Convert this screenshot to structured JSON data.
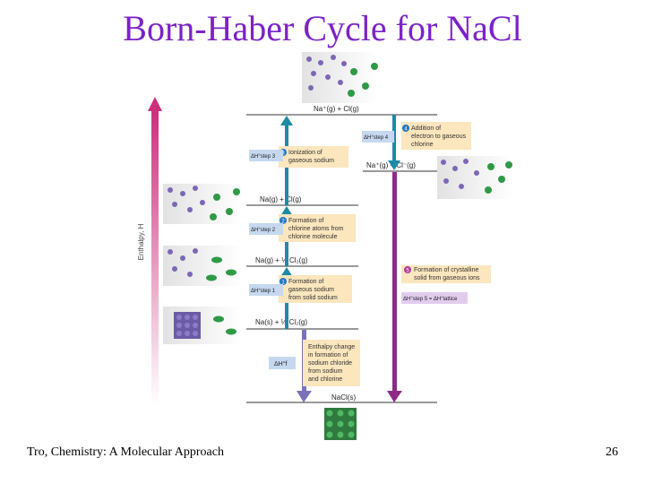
{
  "title": "Born-Haber Cycle for NaCl",
  "footer": {
    "left": "Tro, Chemistry: A Molecular Approach",
    "page": "26"
  },
  "axis_label": "Enthalpy, H",
  "levels": {
    "top": "Na⁺(g) + Cl(g)",
    "ions": "Na⁺(g) + Cl⁻(g)",
    "na_cl_gas": "Na(g) + Cl(g)",
    "na_half_cl2": "Na(g) + ½ Cl₂(g)",
    "elements": "Na(s) + ½ Cl₂(g)",
    "product": "NaCl(s)"
  },
  "steps": {
    "s1": {
      "num": "1",
      "lines": [
        "Formation of",
        "gaseous sodium",
        "from solid sodium"
      ],
      "dh": "ΔH°step 1"
    },
    "s2": {
      "num": "2",
      "lines": [
        "Formation of",
        "chlorine atoms from",
        "chlorine molecule"
      ],
      "dh": "ΔH°step 2"
    },
    "s3": {
      "num": "3",
      "lines": [
        "Ionization of",
        "gaseous sodium"
      ],
      "dh": "ΔH°step 3"
    },
    "s4": {
      "num": "4",
      "lines": [
        "Addition of",
        "electron to gaseous",
        "chlorine"
      ],
      "dh": "ΔH°step 4"
    },
    "s5": {
      "num": "5",
      "lines": [
        "Formation of crystalline",
        "solid from gaseous ions"
      ],
      "dh": "ΔH°step 5 = ΔH°lattice"
    },
    "sf": {
      "lines": [
        "Enthalpy change",
        "in formation of",
        "sodium chloride",
        "from sodium",
        "and chlorine"
      ],
      "dh": "ΔH°f"
    }
  },
  "colors": {
    "title": "#7b22c8",
    "enthalpy_arrow": "#cc2f7c",
    "step_arrow": "#1e8aa5",
    "lattice_arrow": "#8e2a86",
    "formation_arrow": "#7a72b8",
    "callout_bg": "#fbe6bd",
    "step_badge": "#1f77c4",
    "lattice_badge": "#b03aa0",
    "dh_box": "#c5d8ef",
    "lattice_dh_box": "#e2ccee"
  }
}
